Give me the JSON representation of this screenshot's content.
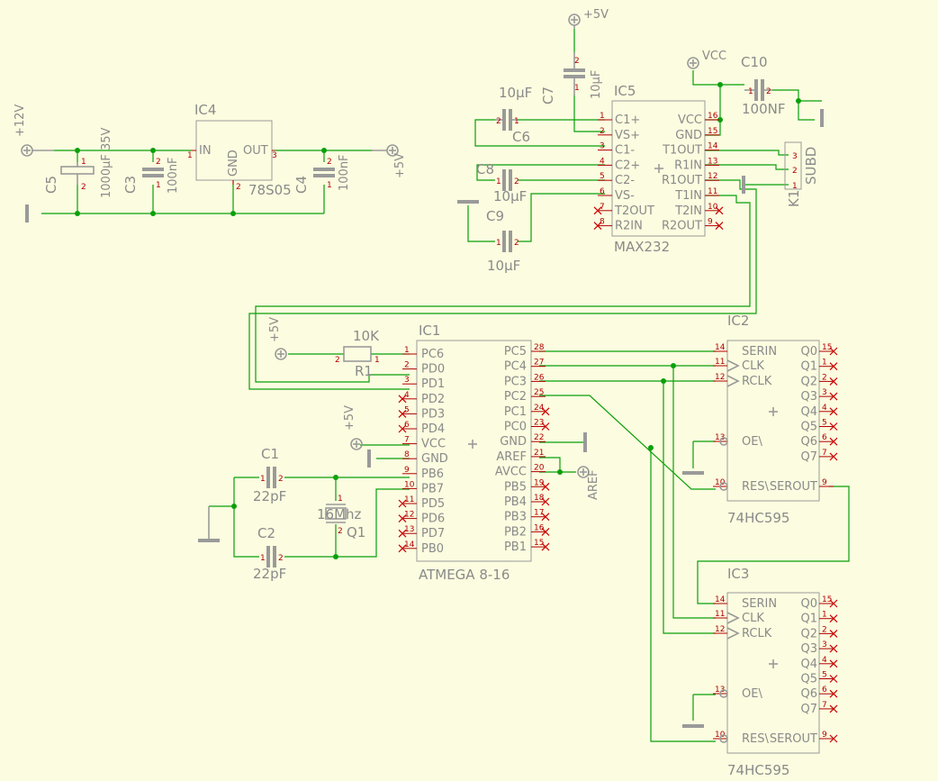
{
  "schematic": {
    "power": {
      "plus12v": "+12V",
      "plus5v_top": "+5V",
      "vcc": "VCC",
      "plus5v_reg": "+5V",
      "plus5v_r1": "+5V",
      "plus5v_mcu": "+5V",
      "aref": "AREF"
    },
    "ic4": {
      "ref": "IC4",
      "value": "78S05",
      "in": "IN",
      "out": "OUT",
      "gnd": "GND",
      "pin_in": "1",
      "pin_gnd": "2",
      "pin_out": "3"
    },
    "caps": {
      "c5": {
        "ref": "C5",
        "value": "1000µF 35V"
      },
      "c3": {
        "ref": "C3",
        "value": "100nF"
      },
      "c4": {
        "ref": "C4",
        "value": "100nF"
      },
      "c6": {
        "ref": "C6",
        "value": "10µF"
      },
      "c7": {
        "ref": "C7",
        "value": "10µF"
      },
      "c8": {
        "ref": "C8",
        "value": "10µF"
      },
      "c9": {
        "ref": "C9",
        "value": "10µF"
      },
      "c10": {
        "ref": "C10",
        "value": "100NF"
      },
      "c1": {
        "ref": "C1",
        "value": "22pF"
      },
      "c2": {
        "ref": "C2",
        "value": "22pF"
      }
    },
    "r1": {
      "ref": "R1",
      "value": "10K"
    },
    "q1": {
      "ref": "Q1",
      "value": "16Mhz"
    },
    "k1": {
      "ref": "K1",
      "value": "SUBD"
    },
    "ic5": {
      "ref": "IC5",
      "value": "MAX232",
      "left_pins": [
        {
          "name": "C1+",
          "num": "1"
        },
        {
          "name": "VS+",
          "num": "2"
        },
        {
          "name": "C1-",
          "num": "3"
        },
        {
          "name": "C2+",
          "num": "4"
        },
        {
          "name": "C2-",
          "num": "5"
        },
        {
          "name": "VS-",
          "num": "6"
        },
        {
          "name": "T2OUT",
          "num": "7"
        },
        {
          "name": "R2IN",
          "num": "8"
        }
      ],
      "right_pins": [
        {
          "name": "VCC",
          "num": "16"
        },
        {
          "name": "GND",
          "num": "15"
        },
        {
          "name": "T1OUT",
          "num": "14"
        },
        {
          "name": "R1IN",
          "num": "13"
        },
        {
          "name": "R1OUT",
          "num": "12"
        },
        {
          "name": "T1IN",
          "num": "11"
        },
        {
          "name": "T2IN",
          "num": "10"
        },
        {
          "name": "R2OUT",
          "num": "9"
        }
      ]
    },
    "ic1": {
      "ref": "IC1",
      "value": "ATMEGA 8-16",
      "left_pins": [
        {
          "name": "PC6",
          "num": "1"
        },
        {
          "name": "PD0",
          "num": "2"
        },
        {
          "name": "PD1",
          "num": "3"
        },
        {
          "name": "PD2",
          "num": "4"
        },
        {
          "name": "PD3",
          "num": "5"
        },
        {
          "name": "PD4",
          "num": "6"
        },
        {
          "name": "VCC",
          "num": "7"
        },
        {
          "name": "GND",
          "num": "8"
        },
        {
          "name": "PB6",
          "num": "9"
        },
        {
          "name": "PB7",
          "num": "10"
        },
        {
          "name": "PD5",
          "num": "11"
        },
        {
          "name": "PD6",
          "num": "12"
        },
        {
          "name": "PD7",
          "num": "13"
        },
        {
          "name": "PB0",
          "num": "14"
        }
      ],
      "right_pins": [
        {
          "name": "PC5",
          "num": "28"
        },
        {
          "name": "PC4",
          "num": "27"
        },
        {
          "name": "PC3",
          "num": "26"
        },
        {
          "name": "PC2",
          "num": "25"
        },
        {
          "name": "PC1",
          "num": "24"
        },
        {
          "name": "PC0",
          "num": "23"
        },
        {
          "name": "GND",
          "num": "22"
        },
        {
          "name": "AREF",
          "num": "21"
        },
        {
          "name": "AVCC",
          "num": "20"
        },
        {
          "name": "PB5",
          "num": "19"
        },
        {
          "name": "PB4",
          "num": "18"
        },
        {
          "name": "PB3",
          "num": "17"
        },
        {
          "name": "PB2",
          "num": "16"
        },
        {
          "name": "PB1",
          "num": "15"
        }
      ]
    },
    "shift_registers": [
      {
        "ref": "IC2",
        "value": "74HC595",
        "left_pins": [
          {
            "name": "SERIN",
            "num": "14"
          },
          {
            "name": "CLK",
            "num": "11"
          },
          {
            "name": "RCLK",
            "num": "12"
          },
          {
            "name": "OE\\",
            "num": "13"
          },
          {
            "name": "RES\\",
            "num": "10"
          }
        ],
        "right_pins": [
          {
            "name": "Q0",
            "num": "15"
          },
          {
            "name": "Q1",
            "num": "1"
          },
          {
            "name": "Q2",
            "num": "2"
          },
          {
            "name": "Q3",
            "num": "3"
          },
          {
            "name": "Q4",
            "num": "4"
          },
          {
            "name": "Q5",
            "num": "5"
          },
          {
            "name": "Q6",
            "num": "6"
          },
          {
            "name": "Q7",
            "num": "7"
          },
          {
            "name": "SEROUT",
            "num": "9"
          }
        ]
      },
      {
        "ref": "IC3",
        "value": "74HC595",
        "left_pins": [
          {
            "name": "SERIN",
            "num": "14"
          },
          {
            "name": "CLK",
            "num": "11"
          },
          {
            "name": "RCLK",
            "num": "12"
          },
          {
            "name": "OE\\",
            "num": "13"
          },
          {
            "name": "RES\\",
            "num": "10"
          }
        ],
        "right_pins": [
          {
            "name": "Q0",
            "num": "15"
          },
          {
            "name": "Q1",
            "num": "1"
          },
          {
            "name": "Q2",
            "num": "2"
          },
          {
            "name": "Q3",
            "num": "3"
          },
          {
            "name": "Q4",
            "num": "4"
          },
          {
            "name": "Q5",
            "num": "5"
          },
          {
            "name": "Q6",
            "num": "6"
          },
          {
            "name": "Q7",
            "num": "7"
          },
          {
            "name": "SEROUT",
            "num": "9"
          }
        ]
      }
    ]
  }
}
